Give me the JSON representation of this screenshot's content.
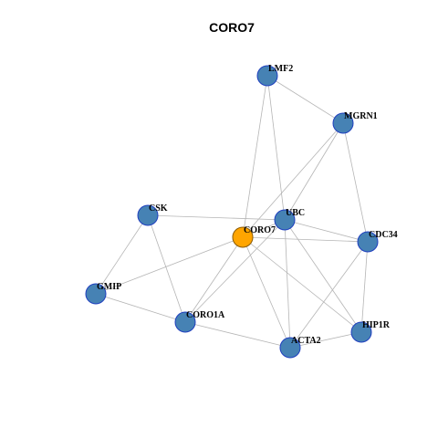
{
  "title": "CORO7",
  "colors": {
    "node_fill": "#4682b4",
    "node_stroke": "#1f3fbf",
    "center_fill": "#ffa500",
    "center_stroke": "#8a5a00",
    "edge": "#b5b5b5"
  },
  "nodes": [
    {
      "id": "LMF2",
      "label": "LMF2"
    },
    {
      "id": "MGRN1",
      "label": "MGRN1"
    },
    {
      "id": "CSK",
      "label": "CSK"
    },
    {
      "id": "UBC",
      "label": "UBC"
    },
    {
      "id": "CORO7",
      "label": "CORO7",
      "center": true
    },
    {
      "id": "CDC34",
      "label": "CDC34"
    },
    {
      "id": "GMIP",
      "label": "GMIP"
    },
    {
      "id": "CORO1A",
      "label": "CORO1A"
    },
    {
      "id": "HIP1R",
      "label": "HIP1R"
    },
    {
      "id": "ACTA2",
      "label": "ACTA2"
    }
  ],
  "edges": [
    [
      "LMF2",
      "MGRN1"
    ],
    [
      "LMF2",
      "CORO7"
    ],
    [
      "LMF2",
      "UBC"
    ],
    [
      "MGRN1",
      "CORO7"
    ],
    [
      "MGRN1",
      "UBC"
    ],
    [
      "MGRN1",
      "CDC34"
    ],
    [
      "CSK",
      "UBC"
    ],
    [
      "CSK",
      "GMIP"
    ],
    [
      "CSK",
      "CORO1A"
    ],
    [
      "CORO7",
      "UBC"
    ],
    [
      "CORO7",
      "CDC34"
    ],
    [
      "CORO7",
      "GMIP"
    ],
    [
      "CORO7",
      "CORO1A"
    ],
    [
      "CORO7",
      "ACTA2"
    ],
    [
      "CORO7",
      "HIP1R"
    ],
    [
      "UBC",
      "CDC34"
    ],
    [
      "UBC",
      "CORO1A"
    ],
    [
      "UBC",
      "ACTA2"
    ],
    [
      "UBC",
      "HIP1R"
    ],
    [
      "CDC34",
      "ACTA2"
    ],
    [
      "CDC34",
      "HIP1R"
    ],
    [
      "GMIP",
      "CORO1A"
    ],
    [
      "CORO1A",
      "ACTA2"
    ],
    [
      "ACTA2",
      "HIP1R"
    ]
  ]
}
